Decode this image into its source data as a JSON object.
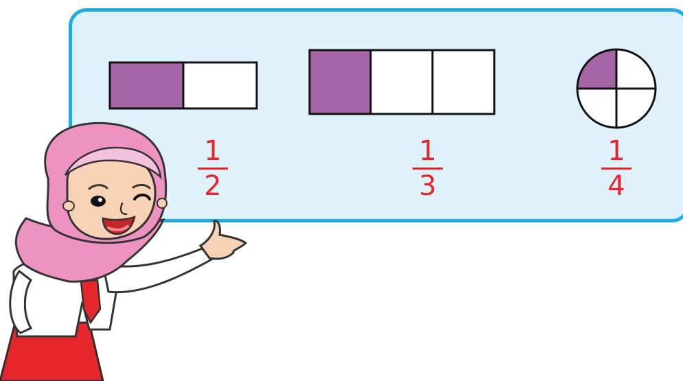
{
  "colors": {
    "board_fill": "#dff1fb",
    "board_border": "#21a9e5",
    "shaded": "#a565a7",
    "fraction_text": "#e8232a"
  },
  "fractions": [
    {
      "shape": "rectangle",
      "parts": 2,
      "shaded_parts": 1,
      "numerator": "1",
      "denominator": "2"
    },
    {
      "shape": "rectangle",
      "parts": 3,
      "shaded_parts": 1,
      "numerator": "1",
      "denominator": "3"
    },
    {
      "shape": "circle",
      "parts": 4,
      "shaded_parts": 1,
      "numerator": "1",
      "denominator": "4"
    }
  ]
}
